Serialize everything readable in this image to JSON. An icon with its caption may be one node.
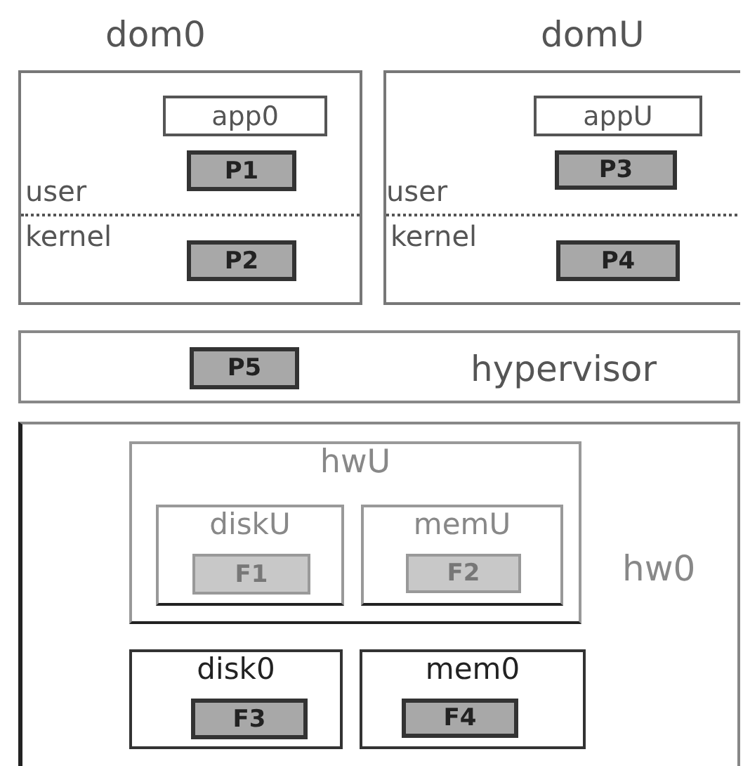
{
  "diagram": {
    "nodes": [
      {
        "text": [
          "dom0",
          "user",
          "kernel"
        ]
      },
      {
        "text": [
          "app0"
        ],
        "in": 0
      },
      {
        "text": [
          "P1"
        ],
        "in": 0
      },
      {
        "text": [
          "P2"
        ],
        "in": 0
      },
      {
        "text": [
          "domU",
          "user",
          "kernel"
        ]
      },
      {
        "text": [
          "appU"
        ],
        "in": 4
      },
      {
        "text": [
          "P3"
        ],
        "in": 4
      },
      {
        "text": [
          "P4"
        ],
        "in": 4
      },
      {
        "text": [
          "hypervisor"
        ]
      },
      {
        "text": [
          "P5"
        ],
        "in": 8
      },
      {
        "text": [
          "hw0"
        ]
      },
      {
        "text": [
          "hwU"
        ],
        "in": 10
      },
      {
        "text": [
          "diskU"
        ],
        "in": 11
      },
      {
        "text": [
          "F1"
        ],
        "in": 12
      },
      {
        "text": [
          "memU"
        ],
        "in": 11
      },
      {
        "text": [
          "F2"
        ],
        "in": 14
      },
      {
        "text": [
          "disk0"
        ],
        "in": 10
      },
      {
        "text": [
          "F3"
        ],
        "in": 16
      },
      {
        "text": [
          "mem0"
        ],
        "in": 10
      },
      {
        "text": [
          "F4"
        ],
        "in": 18
      }
    ]
  }
}
